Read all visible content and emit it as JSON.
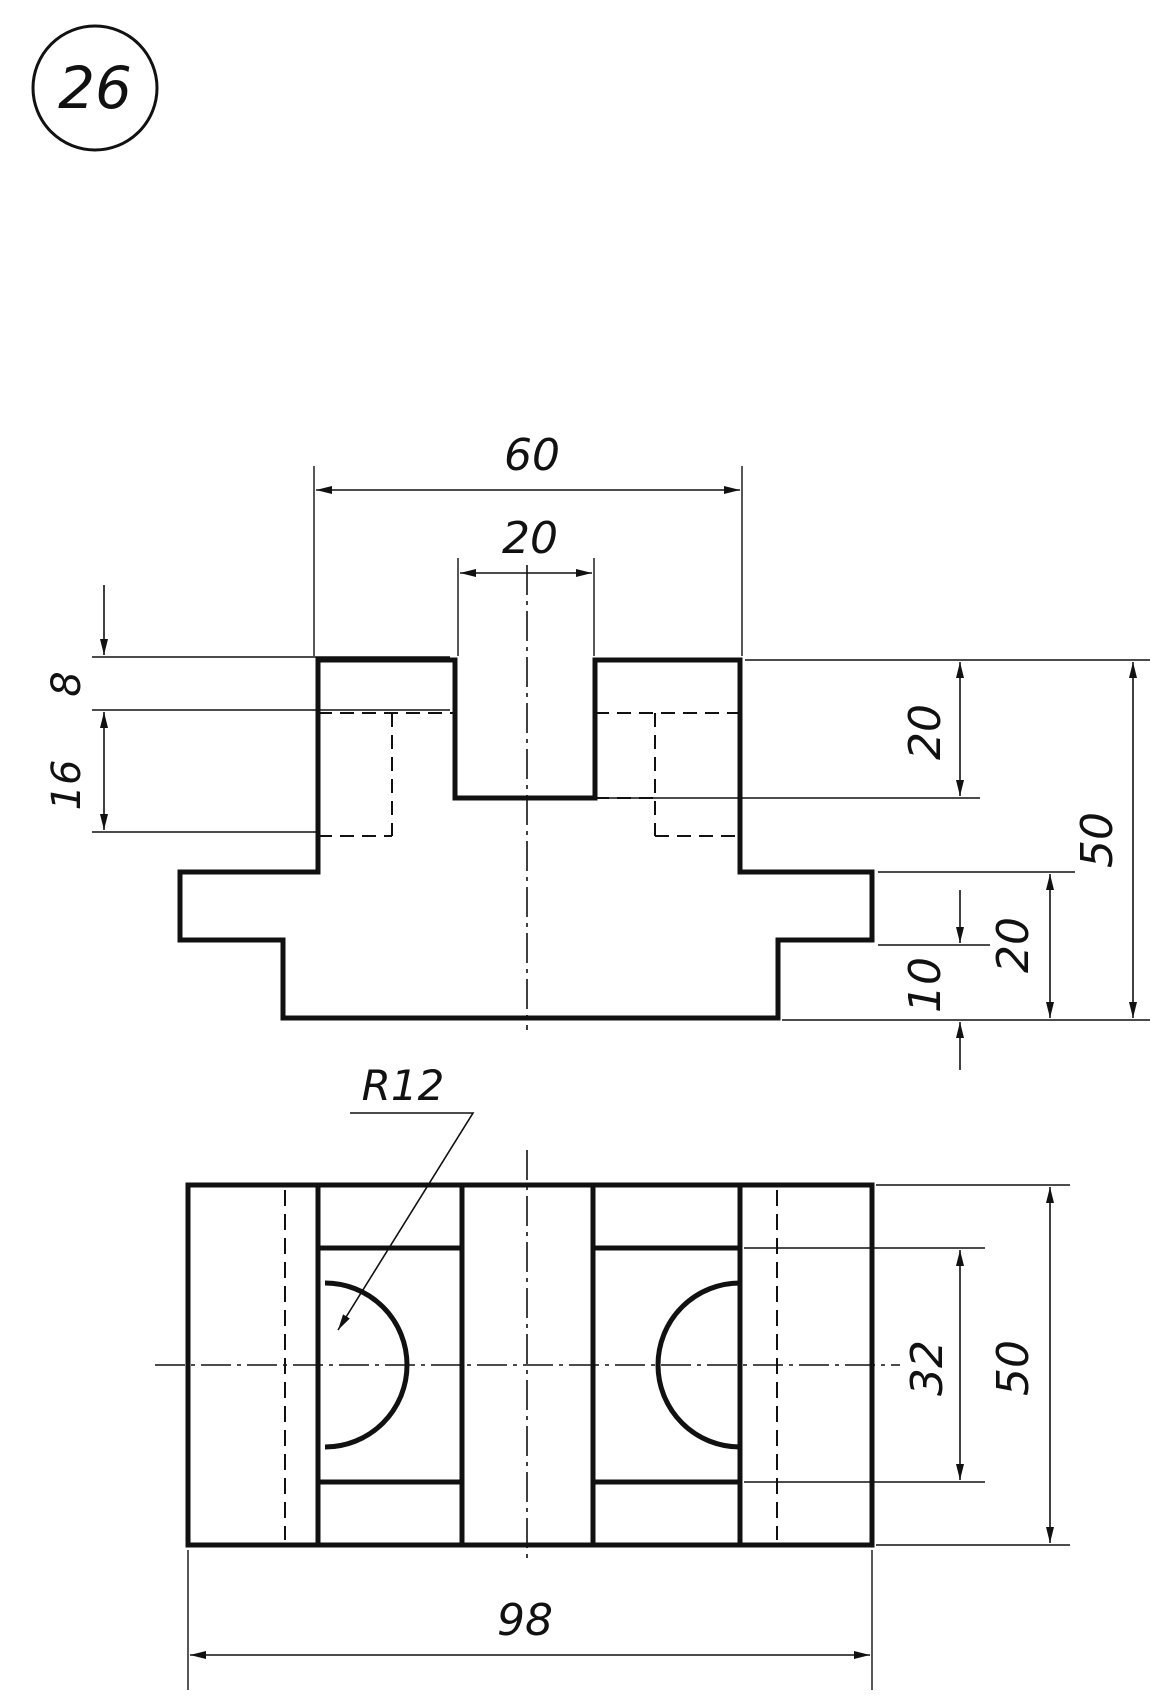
{
  "figure": {
    "number": "26"
  },
  "colors": {
    "ink": "#111111",
    "paper": "#ffffff"
  },
  "front_view": {
    "dim_overall_width": "60",
    "dim_slot_width": "20",
    "dim_top_8": "8",
    "dim_hole_depth_16": "16",
    "dim_slot_depth_20": "20",
    "dim_total_height": "50",
    "dim_base_height_20": "20",
    "dim_step_10": "10"
  },
  "top_view": {
    "dim_radius": "R12",
    "dim_length": "98",
    "dim_width": "50",
    "dim_inner_32": "32"
  }
}
